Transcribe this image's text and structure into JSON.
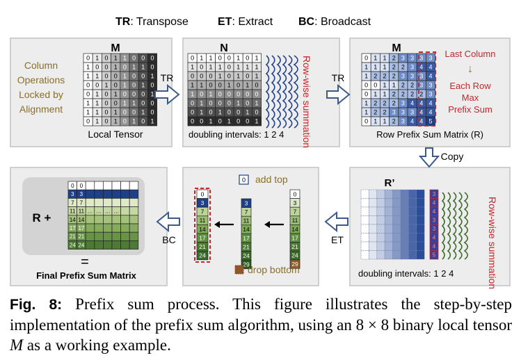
{
  "legend": {
    "tr_abbr": "TR",
    "tr_text": ": Transpose",
    "et_abbr": "ET",
    "et_text": ": Extract",
    "bc_abbr": "BC",
    "bc_text": ": Broadcast"
  },
  "panel1": {
    "title": "M",
    "side_text": [
      "Column",
      "Operations",
      "Locked by",
      "Alignment"
    ],
    "label": "Local Tensor",
    "matrix": [
      [
        "0",
        "1",
        "0",
        "1",
        "1",
        "0",
        "0",
        "0"
      ],
      [
        "1",
        "0",
        "0",
        "1",
        "0",
        "1",
        "1",
        "0"
      ],
      [
        "1",
        "1",
        "0",
        "0",
        "1",
        "0",
        "0",
        "1"
      ],
      [
        "0",
        "0",
        "1",
        "0",
        "1",
        "0",
        "1",
        "0"
      ],
      [
        "0",
        "1",
        "0",
        "1",
        "0",
        "0",
        "0",
        "1"
      ],
      [
        "1",
        "1",
        "0",
        "0",
        "1",
        "1",
        "0",
        "0"
      ],
      [
        "1",
        "1",
        "0",
        "1",
        "0",
        "0",
        "1",
        "0"
      ],
      [
        "0",
        "1",
        "0",
        "1",
        "0",
        "1",
        "0",
        "1"
      ]
    ]
  },
  "arrows": {
    "tr1": "TR",
    "tr2": "TR",
    "copy": "Copy",
    "et": "ET",
    "bc": "BC"
  },
  "panel2": {
    "title": "N",
    "annotation": "Row-wise summation",
    "intervals_label": "doubling intervals: 1  2  4",
    "matrix": [
      [
        "0",
        "1",
        "1",
        "0",
        "0",
        "1",
        "0",
        "1"
      ],
      [
        "1",
        "0",
        "1",
        "1",
        "0",
        "1",
        "1",
        "1"
      ],
      [
        "0",
        "0",
        "0",
        "1",
        "0",
        "1",
        "0",
        "1"
      ],
      [
        "1",
        "1",
        "0",
        "0",
        "1",
        "0",
        "1",
        "0"
      ],
      [
        "1",
        "0",
        "1",
        "0",
        "0",
        "0",
        "0",
        "0"
      ],
      [
        "0",
        "1",
        "0",
        "0",
        "0",
        "1",
        "0",
        "1"
      ],
      [
        "0",
        "1",
        "0",
        "1",
        "0",
        "0",
        "1",
        "0"
      ],
      [
        "0",
        "0",
        "1",
        "0",
        "1",
        "0",
        "0",
        "1"
      ]
    ]
  },
  "panel3": {
    "title": "M",
    "side_text": [
      "Last Column",
      "↓",
      "Each Row",
      "Max",
      "Prefix Sum"
    ],
    "label": "Row Prefix Sum Matrix (R)",
    "matrix": [
      [
        "0",
        "1",
        "1",
        "2",
        "3",
        "3",
        "3",
        "3"
      ],
      [
        "1",
        "1",
        "1",
        "2",
        "2",
        "3",
        "4",
        "4"
      ],
      [
        "1",
        "2",
        "2",
        "2",
        "3",
        "3",
        "3",
        "4"
      ],
      [
        "0",
        "0",
        "1",
        "1",
        "2",
        "2",
        "3",
        "3"
      ],
      [
        "0",
        "1",
        "1",
        "2",
        "2",
        "2",
        "2",
        "3"
      ],
      [
        "1",
        "2",
        "2",
        "2",
        "3",
        "4",
        "4",
        "4"
      ],
      [
        "1",
        "2",
        "2",
        "3",
        "3",
        "3",
        "4",
        "4"
      ],
      [
        "0",
        "1",
        "1",
        "2",
        "3",
        "4",
        "4",
        "5"
      ]
    ]
  },
  "panel4": {
    "title": "R’",
    "annotation": "Row-wise summation",
    "intervals_label": "doubling intervals: 1  2  4",
    "column": [
      "3",
      "4",
      "4",
      "3",
      "3",
      "4",
      "4",
      "5"
    ]
  },
  "panel5": {
    "add_icon": "0",
    "add_label": "add top",
    "drop_label": "drop bottom",
    "result_column": [
      "0",
      "3",
      "7",
      "11",
      "14",
      "17",
      "21",
      "24"
    ],
    "middle_column": [
      "3",
      "7",
      "11",
      "14",
      "17",
      "21",
      "24",
      "29"
    ],
    "right_column": [
      "0",
      "3",
      "7",
      "11",
      "14",
      "17",
      "21",
      "24",
      "29"
    ]
  },
  "panel6": {
    "prefix": "R +",
    "equals": "=",
    "label": "Final Prefix Sum Matrix",
    "rows": [
      [
        "0",
        "0",
        "",
        "",
        "",
        "",
        "",
        ""
      ],
      [
        "3",
        "3",
        "",
        "",
        "",
        "",
        "",
        ""
      ],
      [
        "7",
        "7",
        "",
        "",
        "",
        "",
        "",
        ""
      ],
      [
        "11",
        "11",
        "…",
        "…",
        "…",
        "…",
        "",
        ""
      ],
      [
        "14",
        "14",
        "",
        "",
        "",
        "",
        "",
        ""
      ],
      [
        "17",
        "17",
        "",
        "",
        "",
        "",
        "",
        ""
      ],
      [
        "21",
        "21",
        "",
        "",
        "",
        "",
        "",
        ""
      ],
      [
        "24",
        "24",
        "",
        "",
        "",
        "",
        "",
        ""
      ]
    ]
  },
  "colors": {
    "panel_bg": "#ededed",
    "panel_border": "#cfcfcf",
    "arrow_outline": "#3b5a8a",
    "dashed_red": "#c0282c",
    "blue_dark": "#1f3f88",
    "green_dark": "#3b6b2a",
    "olive_text": "#8a6e2a"
  },
  "caption": {
    "figure_label": "Fig. 8:",
    "text_a": " Prefix sum process. This figure illustrates the step-by-step implementation of the prefix sum algorithm, using an ",
    "math_size": "8 × 8",
    "text_b": " binary local tensor ",
    "math_var": "M",
    "text_c": " as a working example."
  }
}
